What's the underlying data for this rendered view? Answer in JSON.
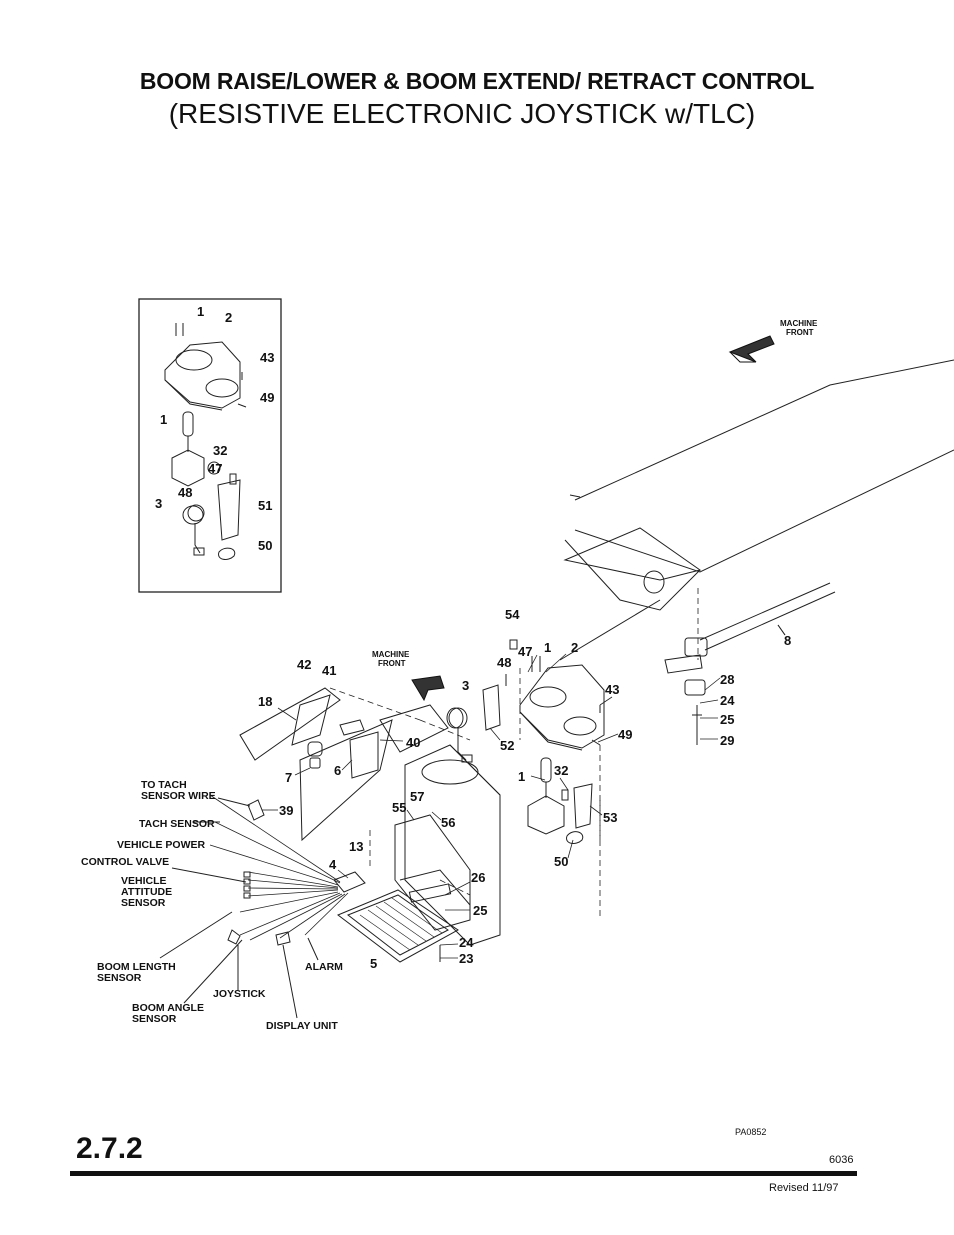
{
  "header": {
    "title": "BOOM RAISE/LOWER & BOOM EXTEND/ RETRACT CONTROL",
    "subtitle": "(RESISTIVE ELECTRONIC JOYSTICK w/TLC)"
  },
  "inset": {
    "callouts": [
      "1",
      "2",
      "43",
      "49",
      "1",
      "32",
      "47",
      "48",
      "3",
      "51",
      "50"
    ]
  },
  "arrows": {
    "machine_front_1": [
      "MACHINE",
      "FRONT"
    ],
    "machine_front_2": [
      "MACHINE",
      "FRONT"
    ]
  },
  "main_callouts": [
    "54",
    "47",
    "48",
    "1",
    "2",
    "3",
    "43",
    "52",
    "49",
    "1",
    "32",
    "53",
    "50",
    "8",
    "28",
    "24",
    "25",
    "29",
    "42",
    "41",
    "18",
    "40",
    "6",
    "7",
    "39",
    "55",
    "57",
    "56",
    "13",
    "4",
    "26",
    "25",
    "24",
    "23",
    "5"
  ],
  "wire_labels": {
    "to_tach_sensor_wire": [
      "TO TACH",
      "SENSOR WIRE"
    ],
    "tach_sensor": "TACH SENSOR",
    "vehicle_power": "VEHICLE POWER",
    "control_valve": "CONTROL VALVE",
    "vehicle_attitude_sensor": [
      "VEHICLE",
      "ATTITUDE",
      "SENSOR"
    ],
    "boom_length_sensor": [
      "BOOM LENGTH",
      "SENSOR"
    ],
    "boom_angle_sensor": [
      "BOOM ANGLE",
      "SENSOR"
    ],
    "joystick": "JOYSTICK",
    "alarm": "ALARM",
    "display_unit": "DISPLAY UNIT"
  },
  "footer": {
    "drawing_code": "PA0852",
    "section": "2.7.2",
    "page_code": "6036",
    "revised": "Revised  11/97"
  }
}
